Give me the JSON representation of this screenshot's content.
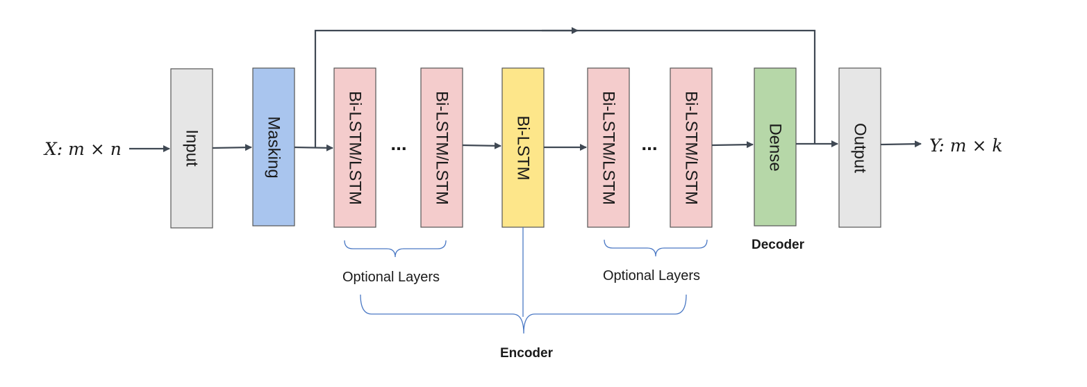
{
  "input_label": "X: m × n",
  "output_label": "Y: m × k",
  "blocks": {
    "input": {
      "label": "Input",
      "fill": "#e6e6e6"
    },
    "masking": {
      "label": "Masking",
      "fill": "#a9c5ee"
    },
    "enc_layer_1": {
      "label": "Bi-LSTM/LSTM",
      "fill": "#f4cccc"
    },
    "enc_layer_2": {
      "label": "Bi-LSTM/LSTM",
      "fill": "#f4cccc"
    },
    "bottleneck": {
      "label": "Bi-LSTM",
      "fill": "#fde68a"
    },
    "dec_layer_1": {
      "label": "Bi-LSTM/LSTM",
      "fill": "#f4cccc"
    },
    "dec_layer_2": {
      "label": "Bi-LSTM/LSTM",
      "fill": "#f4cccc"
    },
    "dense": {
      "label": "Dense",
      "fill": "#b6d7a8"
    },
    "output": {
      "label": "Output",
      "fill": "#e6e6e6"
    }
  },
  "ellipsis": "...",
  "optional_layers_label_left": "Optional Layers",
  "optional_layers_label_right": "Optional Layers",
  "decoder_label": "Decoder",
  "encoder_label": "Encoder"
}
